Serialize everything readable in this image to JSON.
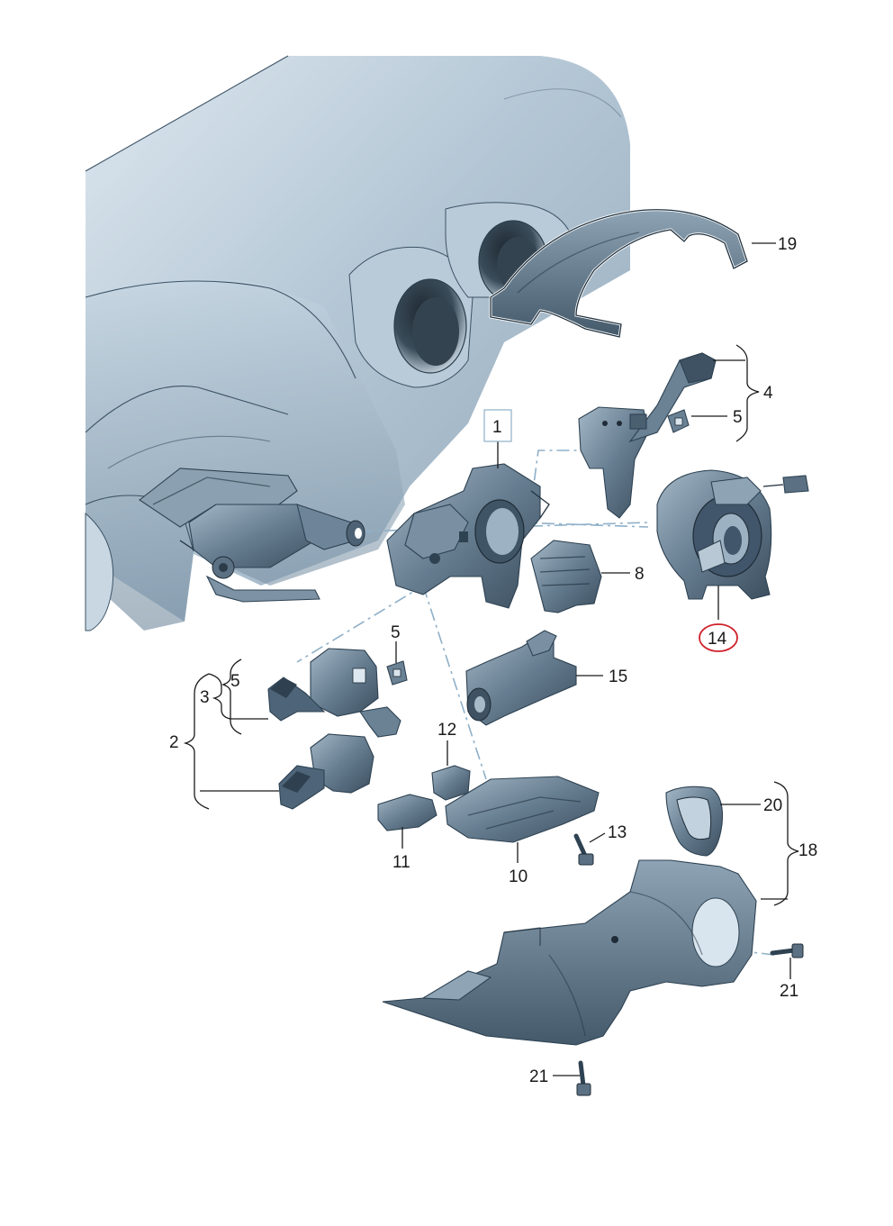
{
  "callouts": {
    "c1": "1",
    "c2": "2",
    "c3": "3",
    "c4": "4",
    "c5a": "5",
    "c5b": "5",
    "c5c": "5",
    "c8": "8",
    "c10": "10",
    "c11": "11",
    "c12": "12",
    "c13": "13",
    "c14": "14",
    "c15": "15",
    "c18": "18",
    "c19": "19",
    "c20": "20",
    "c21a": "21",
    "c21b": "21"
  },
  "highlight": {
    "part": "14",
    "ring_color": "#d0202a"
  },
  "colors": {
    "dashboard": "#a9bfd0",
    "part_fill": "#5f7688",
    "part_dark": "#3e5263",
    "part_light": "#9fb4c4",
    "dashed_line": "#8fb0c8"
  }
}
